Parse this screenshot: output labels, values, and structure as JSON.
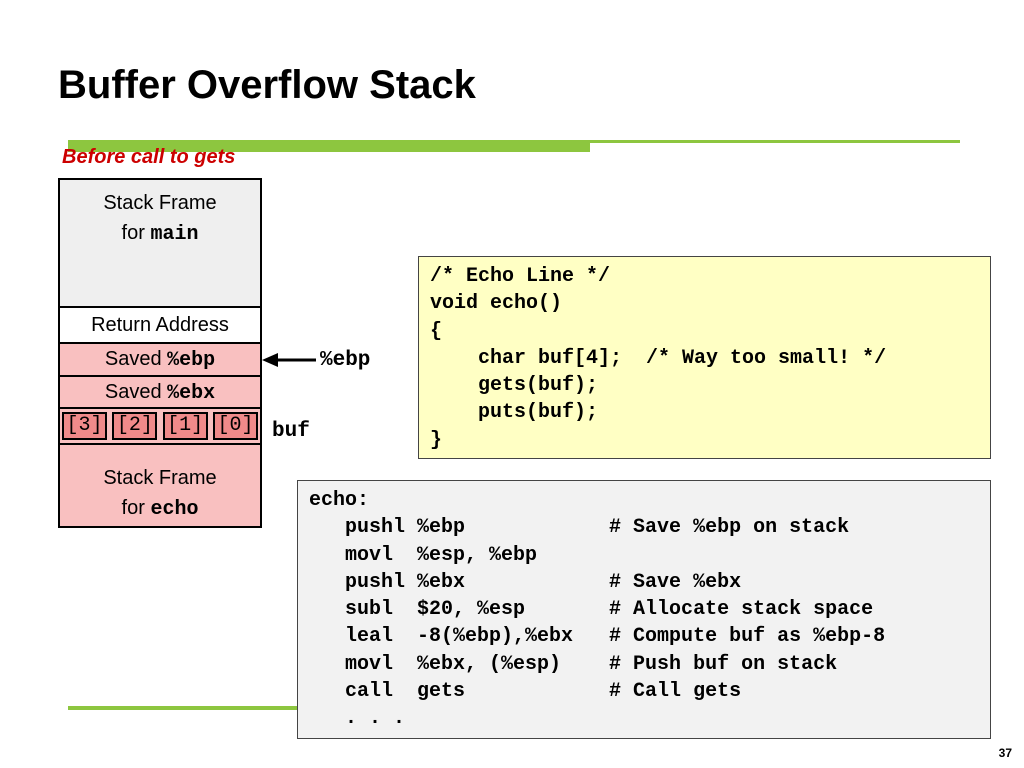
{
  "slide": {
    "title": "Buffer Overflow Stack",
    "subtitle": "Before call to gets",
    "page_number": "37",
    "accent_color": "#8dc63f",
    "subtitle_color": "#cc0000"
  },
  "stack": {
    "main_frame": {
      "line1": "Stack Frame",
      "line2_prefix": "for ",
      "line2_name": "main"
    },
    "return_address": "Return Address",
    "saved_ebp": {
      "prefix": "Saved ",
      "reg": "%ebp"
    },
    "saved_ebx": {
      "prefix": "Saved ",
      "reg": "%ebx"
    },
    "buf_bytes": [
      "[3]",
      "[2]",
      "[1]",
      "[0]"
    ],
    "echo_frame": {
      "line1": "Stack Frame",
      "line2_prefix": "for ",
      "line2_name": "echo"
    }
  },
  "labels": {
    "ebp_pointer": "%ebp",
    "buf": "buf"
  },
  "c_code": [
    "/* Echo Line */",
    "void echo()",
    "{",
    "    char buf[4];  /* Way too small! */",
    "    gets(buf);",
    "    puts(buf);",
    "}"
  ],
  "asm_code": [
    "echo:",
    "   pushl %ebp            # Save %ebp on stack",
    "   movl  %esp, %ebp",
    "   pushl %ebx            # Save %ebx",
    "   subl  $20, %esp       # Allocate stack space",
    "   leal  -8(%ebp),%ebx   # Compute buf as %ebp-8",
    "   movl  %ebx, (%esp)    # Push buf on stack",
    "   call  gets            # Call gets",
    "   . . ."
  ],
  "colors": {
    "stack_main_bg": "#efefef",
    "stack_echo_bg": "#f9c0c0",
    "buf_byte_bg": "#f08a8a",
    "c_code_bg": "#ffffc4",
    "asm_code_bg": "#f2f2f2"
  }
}
